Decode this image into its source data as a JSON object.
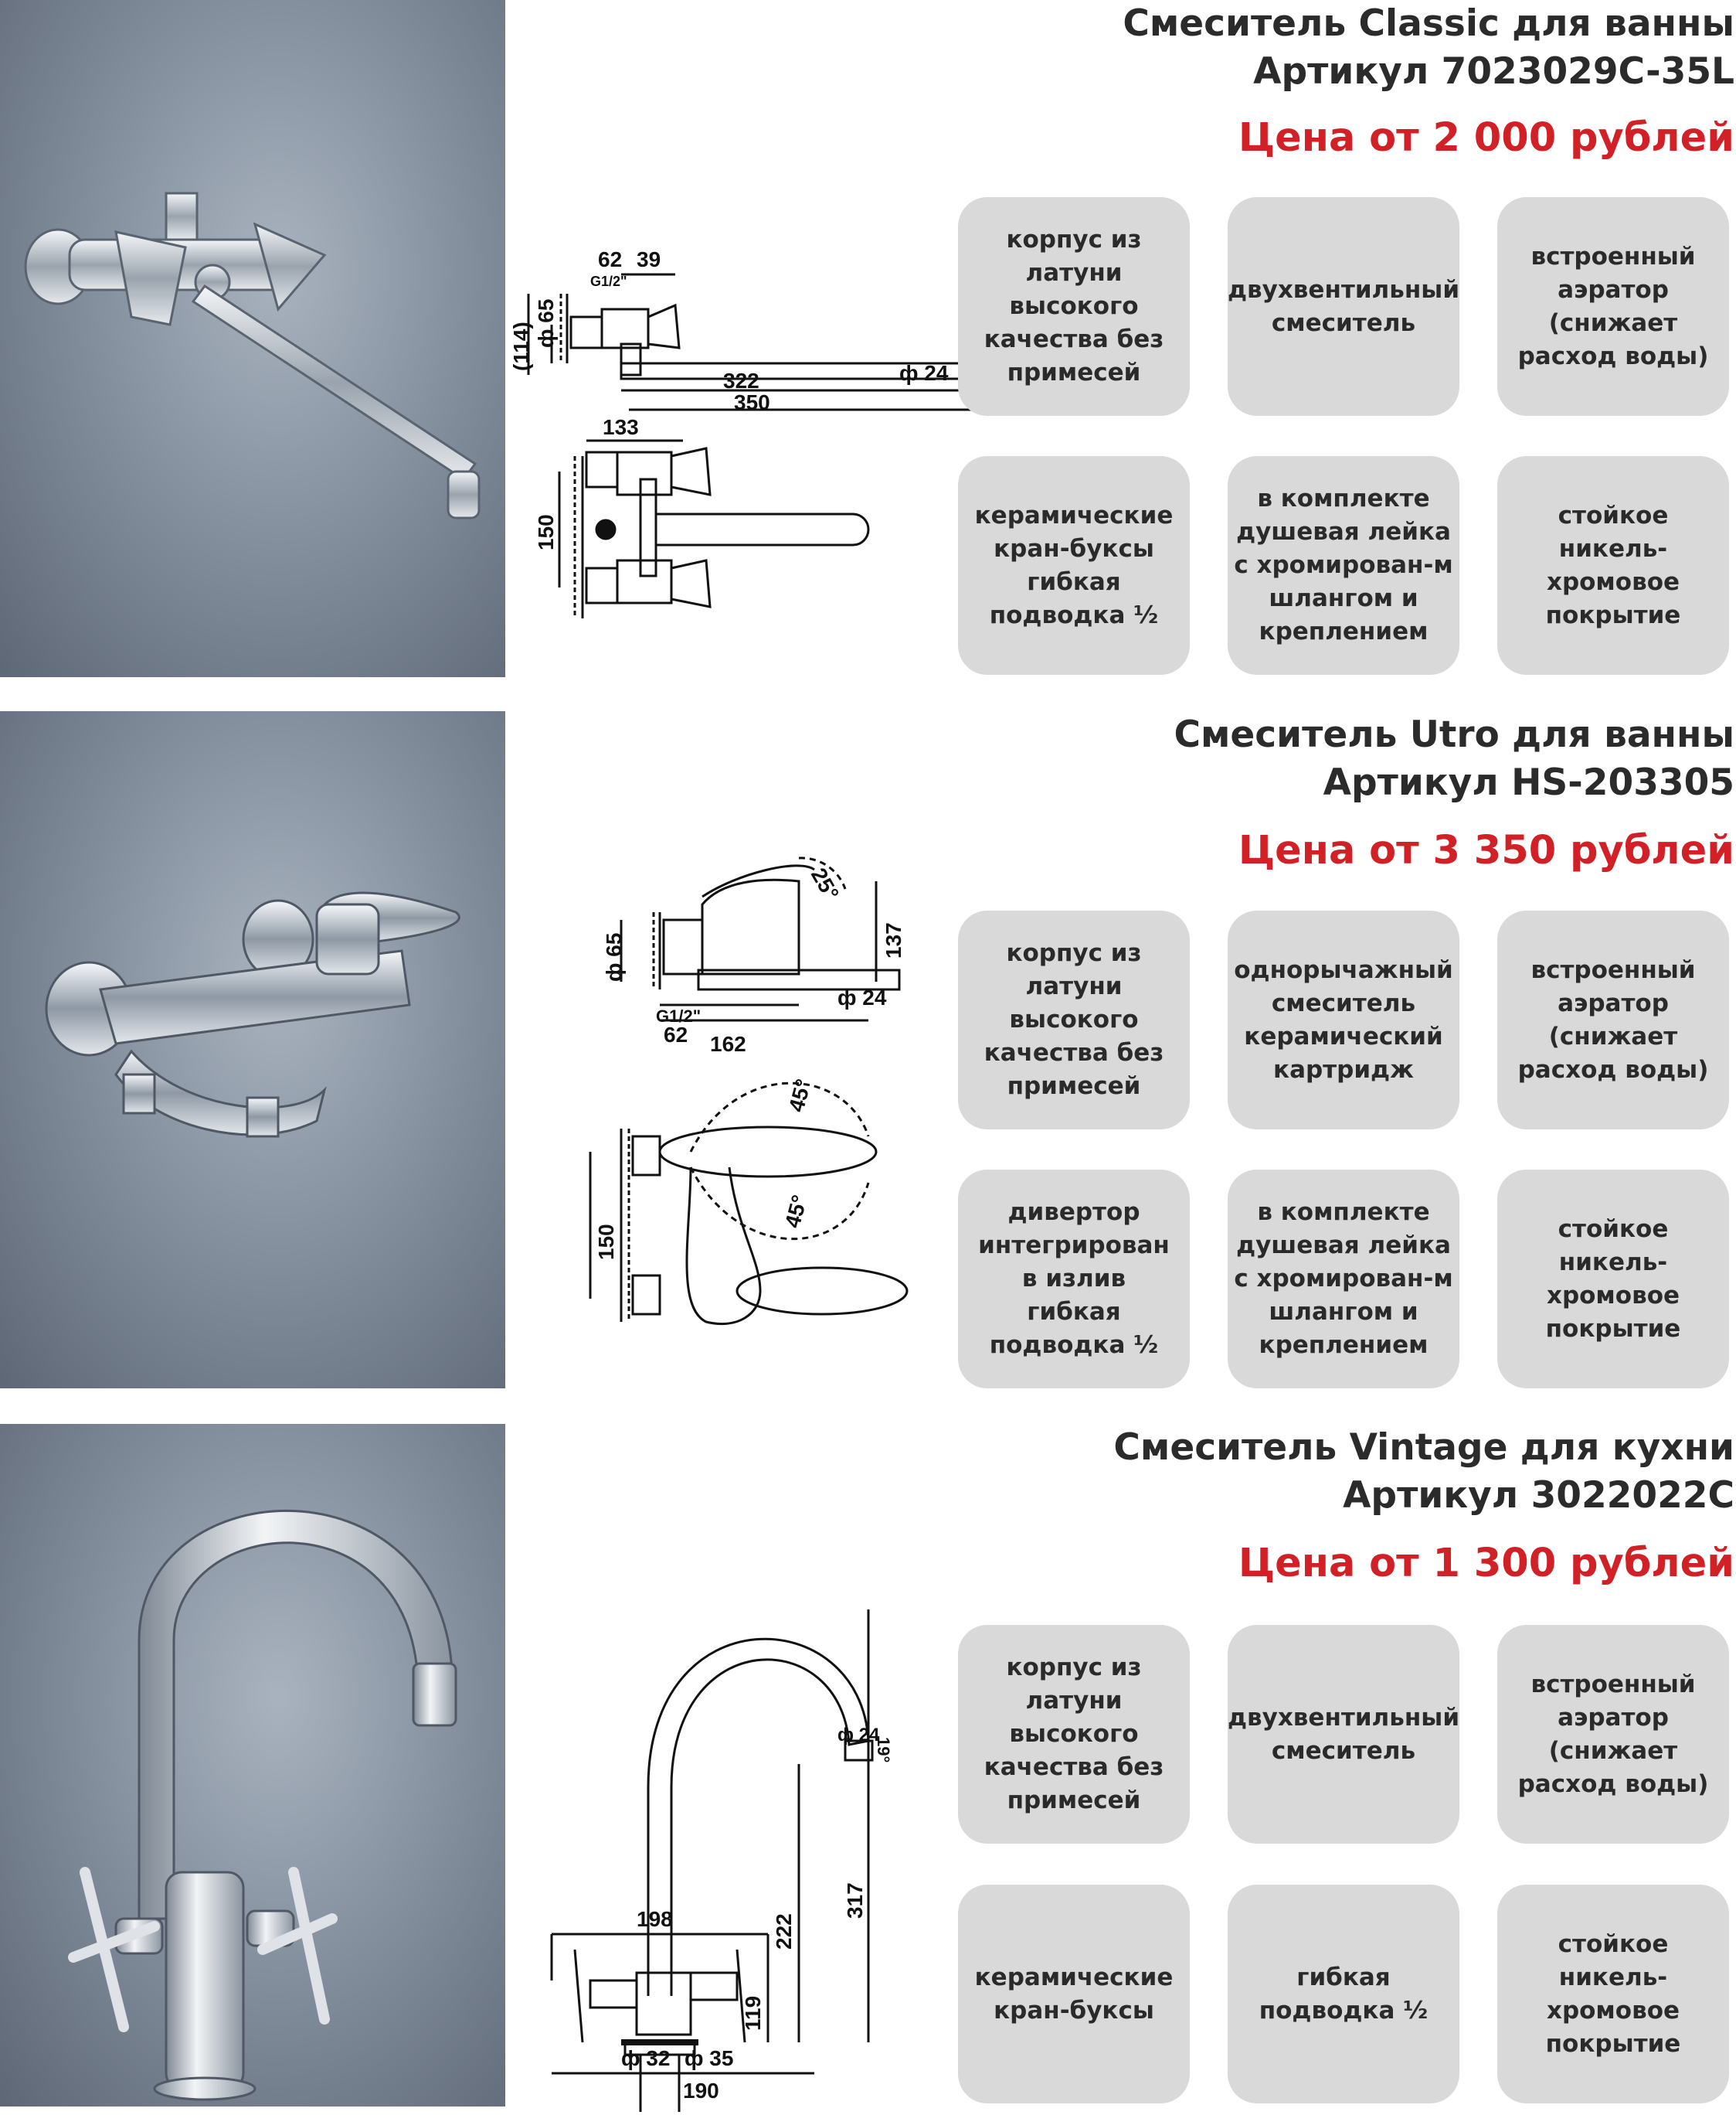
{
  "products": [
    {
      "title_line1": "Смеситель Classic для ванны",
      "title_line2": "Артикул 7023029C-35L",
      "price": "Цена от 2 000 рублей",
      "dims": [
        "62",
        "39",
        "G1/2\"",
        "ф 65",
        "(114)",
        "322",
        "350",
        "ф 24",
        "133",
        "150"
      ],
      "features": [
        "корпус из\nлатуни\nвысокого\nкачества без\nпримесей",
        "двухвентильный\nсмеситель",
        "встроенный\nаэратор\n(снижает\nрасход воды)",
        "керамические\nкран-буксы\nгибкая\nподводка ½",
        "в комплекте\nдушевая лейка\nс хромирован-м\nшлангом и\nкреплением",
        "стойкое\nникель-\nхромовое\nпокрытие"
      ]
    },
    {
      "title_line1": "Смеситель Utro для ванны",
      "title_line2": "Артикул HS-203305",
      "price": "Цена от 3 350 рублей",
      "dims": [
        "25°",
        "137",
        "ф 65",
        "ф 24",
        "G1/2\"",
        "62",
        "162",
        "45°",
        "45°",
        "150"
      ],
      "features": [
        "корпус из\nлатуни\nвысокого\nкачества без\nпримесей",
        "однорычажный\nсмеситель\nкерамический\nкартридж",
        "встроенный\nаэратор\n(снижает\nрасход воды)",
        "дивертор\nинтегрирован\nв излив\nгибкая\nподводка ½",
        "в комплекте\nдушевая лейка\nс хромирован-м\nшлангом и\nкреплением",
        "стойкое\nникель-\nхромовое\nпокрытие"
      ]
    },
    {
      "title_line1": "Смеситель Vintage для кухни",
      "title_line2": "Артикул 3022022C",
      "price": "Цена от 1 300 рублей",
      "dims": [
        "ф 24",
        "19°",
        "198",
        "222",
        "317",
        "119",
        "ф 32",
        "ф 35",
        "190"
      ],
      "features": [
        "корпус из\nлатуни\nвысокого\nкачества без\nпримесей",
        "двухвентильный\nсмеситель",
        "встроенный\nаэратор\n(снижает\nрасход воды)",
        "керамические\nкран-буксы",
        "гибкая\nподводка ½",
        "стойкое\nникель-\nхромовое\nпокрытие"
      ]
    }
  ]
}
